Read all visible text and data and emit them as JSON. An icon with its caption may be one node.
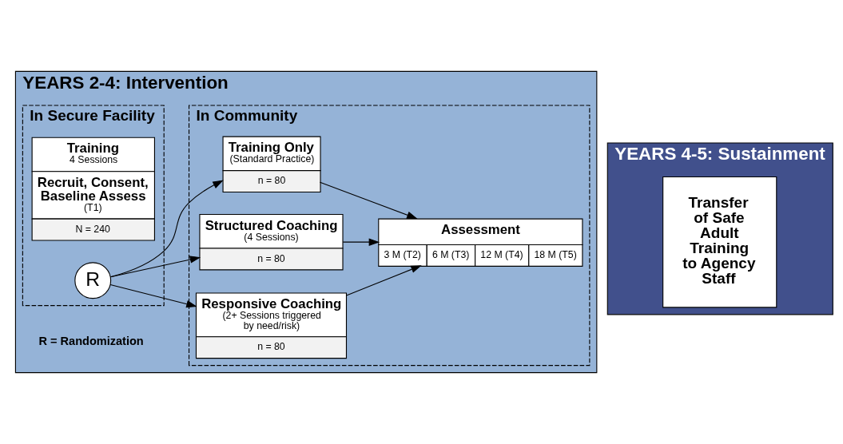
{
  "diagram": {
    "nodes": [
      {
        "text": [
          "YEARS 2-4: Intervention"
        ]
      },
      {
        "text": [
          "In Secure Facility"
        ],
        "in": 0
      },
      {
        "text": [
          "In Community"
        ],
        "in": 0
      },
      {
        "text": [
          "Training",
          "4 Sessions",
          "Recruit, Consent, Baseline Assess",
          "(T1)",
          "N = 240"
        ],
        "in": 1
      },
      {
        "text": [
          "R"
        ],
        "in": 1
      },
      {
        "text": [
          "Training Only",
          "(Standard Practice)",
          "n = 80"
        ],
        "in": 2
      },
      {
        "text": [
          "Structured Coaching",
          "(4 Sessions)",
          "n = 80"
        ],
        "in": 2
      },
      {
        "text": [
          "Responsive Coaching",
          "(2+ Sessions triggered by need/risk)",
          "n = 80"
        ],
        "in": 2
      },
      {
        "text": [
          "Assessment",
          "3 M (T2)",
          "6 M (T3)",
          "12 M (T4)",
          "18 M (T5)"
        ],
        "in": 2
      },
      {
        "text": [
          "YEARS 4-5: Sustainment"
        ]
      },
      {
        "text": [
          "Transfer of Safe Adult Training to Agency Staff"
        ],
        "in": 9
      }
    ],
    "edges": [
      {
        "from": 4,
        "to": 5,
        "arrow": "to"
      },
      {
        "from": 4,
        "to": 6,
        "arrow": "to"
      },
      {
        "from": 4,
        "to": 7,
        "arrow": "to"
      },
      {
        "from": 5,
        "to": 8,
        "arrow": "to"
      },
      {
        "from": 6,
        "to": 8,
        "arrow": "to"
      },
      {
        "from": 7,
        "to": 8,
        "arrow": "to"
      }
    ],
    "labels": [
      "R = Randomization"
    ]
  }
}
